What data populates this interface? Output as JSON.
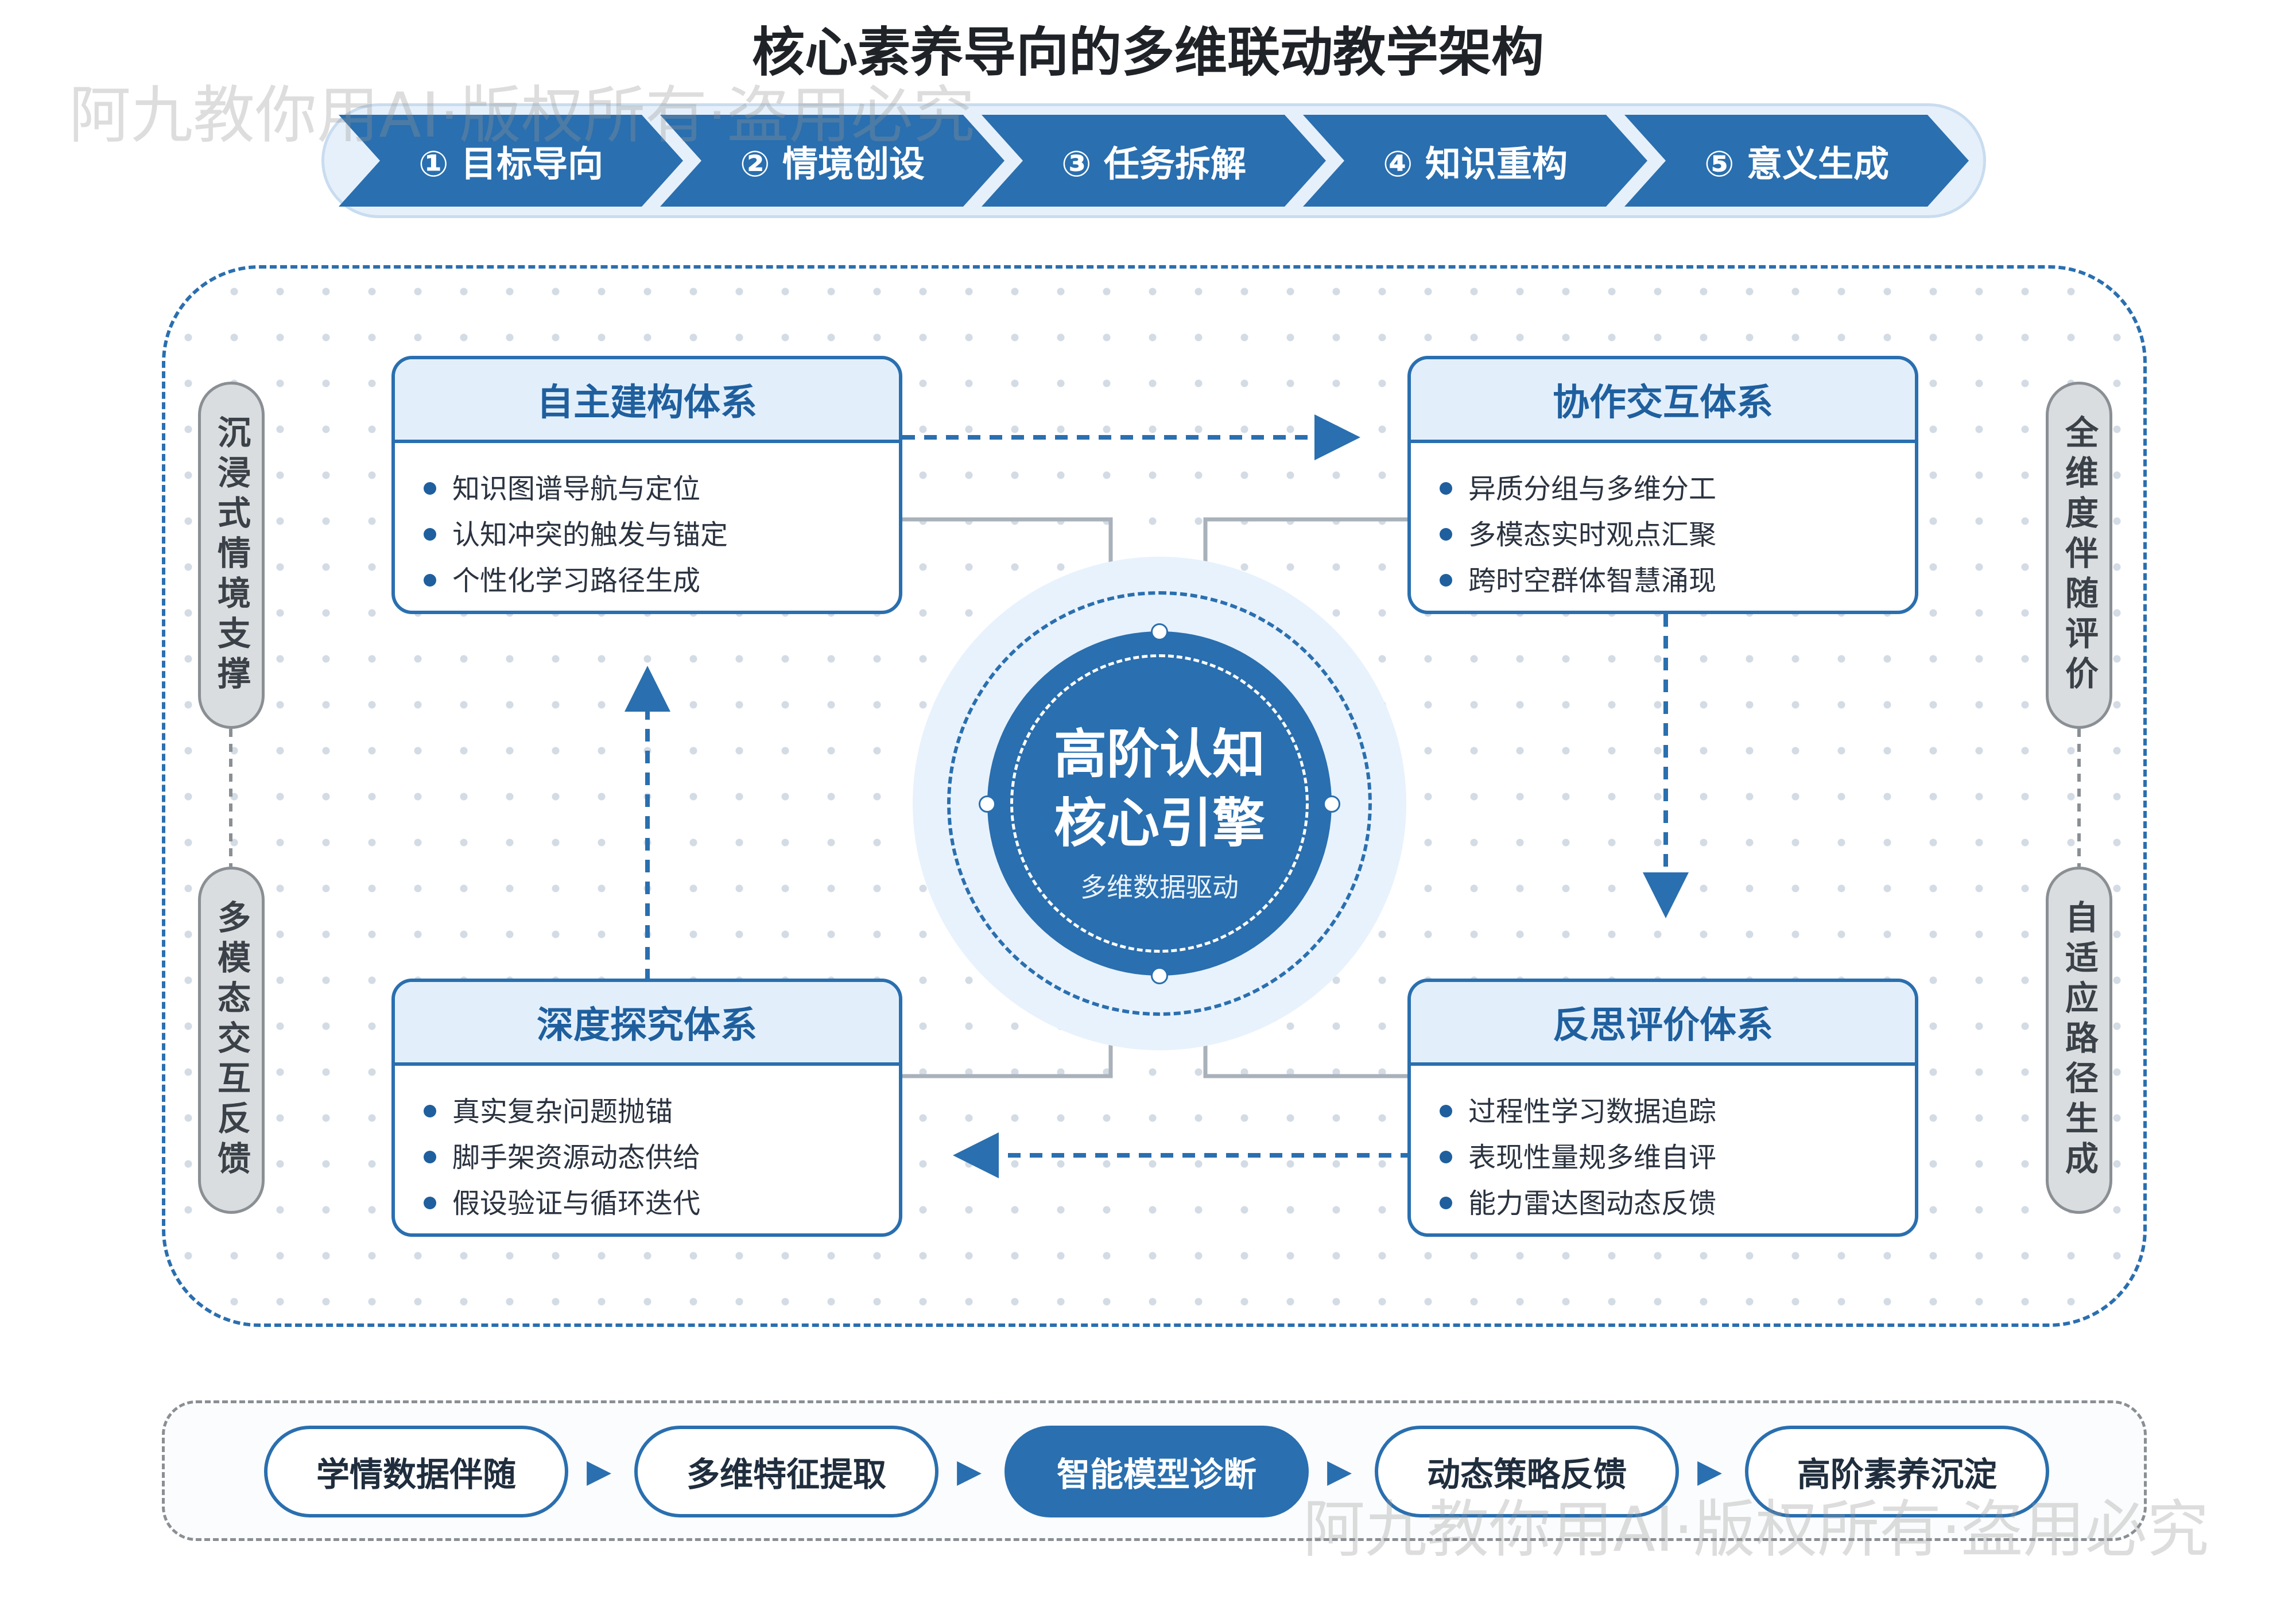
{
  "title": "核心素养导向的多维联动教学架构",
  "watermark": "阿九教你用AI·版权所有·盗用必究",
  "stages": [
    "① 目标导向",
    "② 情境创设",
    "③ 任务拆解",
    "④ 知识重构",
    "⑤ 意义生成"
  ],
  "left_pills": [
    "沉浸式情境支撑",
    "多模态交互反馈"
  ],
  "right_pills": [
    "全维度伴随评价",
    "自适应路径生成"
  ],
  "modules": {
    "autonomous": {
      "title": "自主建构体系",
      "items": [
        "知识图谱导航与定位",
        "认知冲突的触发与锚定",
        "个性化学习路径生成"
      ]
    },
    "collaborative": {
      "title": "协作交互体系",
      "items": [
        "异质分组与多维分工",
        "多模态实时观点汇聚",
        "跨时空群体智慧涌现"
      ]
    },
    "inquiry": {
      "title": "深度探究体系",
      "items": [
        "真实复杂问题抛锚",
        "脚手架资源动态供给",
        "假设验证与循环迭代"
      ]
    },
    "reflective": {
      "title": "反思评价体系",
      "items": [
        "过程性学习数据追踪",
        "表现性量规多维自评",
        "能力雷达图动态反馈"
      ]
    }
  },
  "core": {
    "line1": "高阶认知",
    "line2": "核心引擎",
    "subtitle": "多维数据驱动"
  },
  "pipeline": [
    "学情数据伴随",
    "多维特征提取",
    "智能模型诊断",
    "动态策略反馈",
    "高阶素养沉淀"
  ],
  "pipeline_arrow": "▶",
  "colors": {
    "primary": "#2a6faf",
    "light": "#e2effb",
    "gray_pill": "#dadddf"
  }
}
